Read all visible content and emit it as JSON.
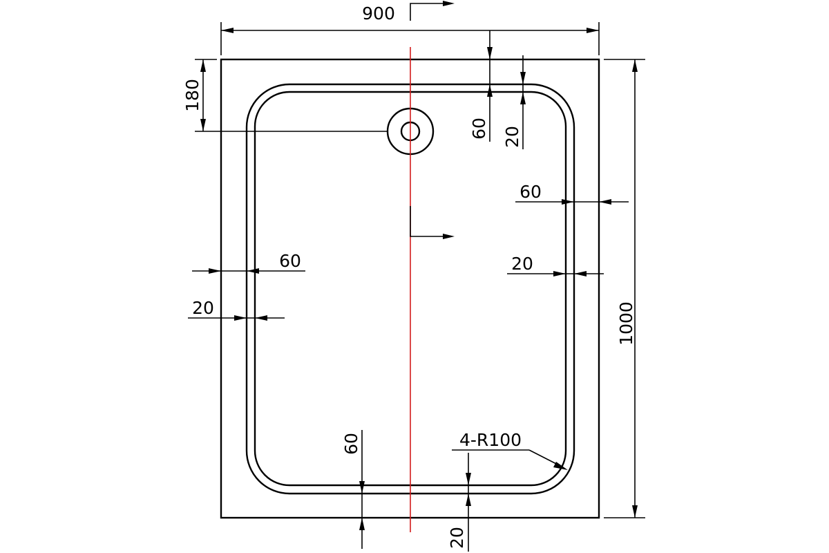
{
  "drawing": {
    "colors": {
      "line": "#000000",
      "section_line": "#d21a1a",
      "background": "#ffffff"
    },
    "dimensions": {
      "overall_width": "900",
      "overall_length": "1000",
      "drain_offset": "180",
      "rim_top": "60",
      "lip_top": "20",
      "rim_right": "60",
      "lip_right": "20",
      "rim_left": "60",
      "lip_left": "20",
      "rim_bottom": "60",
      "lip_bottom": "20",
      "corner_radius": "4-R100"
    }
  }
}
